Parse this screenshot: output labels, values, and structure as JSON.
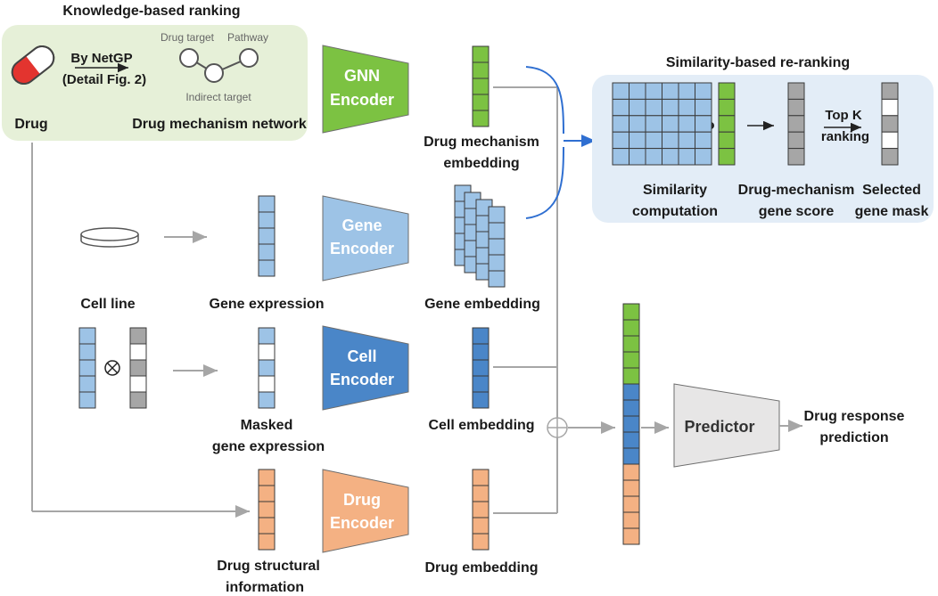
{
  "knowledge": {
    "title": "Knowledge-based ranking",
    "drug": "Drug",
    "by_netgp": "By NetGP",
    "detail": "(Detail Fig. 2)",
    "drug_target": "Drug target",
    "pathway": "Pathway",
    "indirect_target": "Indirect target",
    "network": "Drug mechanism network"
  },
  "encoders": {
    "gnn": [
      "GNN",
      "Encoder"
    ],
    "gene": [
      "Gene",
      "Encoder"
    ],
    "cell": [
      "Cell",
      "Encoder"
    ],
    "drug": [
      "Drug",
      "Encoder"
    ],
    "predictor": "Predictor"
  },
  "inputs": {
    "cell_line": "Cell line",
    "gene_expression": "Gene expression",
    "masked": [
      "Masked",
      "gene expression"
    ],
    "drug_structural": [
      "Drug structural",
      "information"
    ]
  },
  "embeddings": {
    "drug_mechanism": [
      "Drug mechanism",
      "embedding"
    ],
    "gene": "Gene embedding",
    "cell": "Cell embedding",
    "drug": "Drug embedding"
  },
  "similarity": {
    "title": "Similarity-based re-ranking",
    "computation": [
      "Similarity",
      "computation"
    ],
    "score": [
      "Drug-mechanism",
      "gene score"
    ],
    "topk": [
      "Top K",
      "ranking"
    ],
    "mask": [
      "Selected",
      "gene mask"
    ]
  },
  "output": [
    "Drug response",
    "prediction"
  ],
  "colors": {
    "green": "#7cc242",
    "light_blue": "#9dc3e6",
    "blue": "#4a86c8",
    "orange": "#f4b183",
    "gray": "#a6a6a6",
    "panel_green": "#e6f0d8",
    "panel_blue": "#e3edf7"
  }
}
